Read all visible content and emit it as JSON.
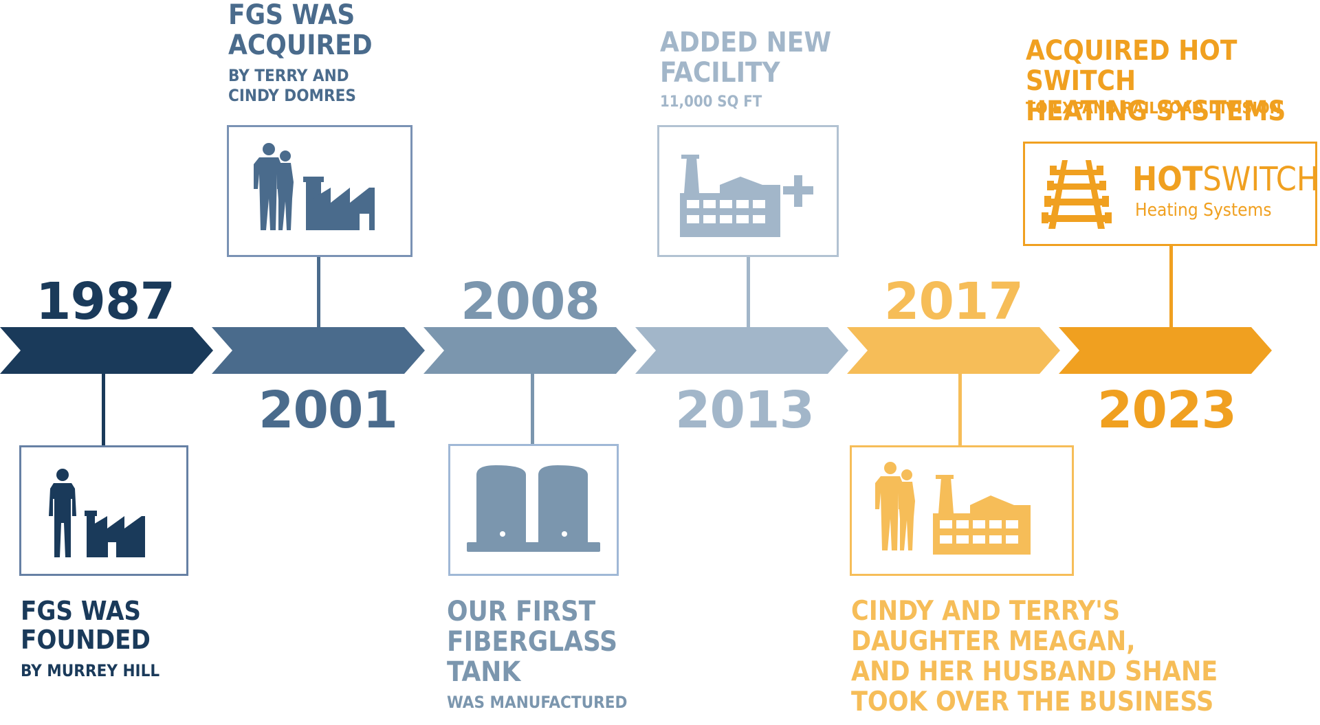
{
  "colors": {
    "c1987": "#1a3a5a",
    "c2001": "#4a6b8c",
    "c2008": "#7b96ae",
    "c2013": "#a2b6c9",
    "c2017": "#f6bd58",
    "c2023": "#f0a020",
    "box1987": "#6680a4",
    "box2001": "#7a92b4",
    "box2008": "#a0b8d6",
    "box2013": "#b2c2d2"
  },
  "timeline": [
    {
      "year": "1987",
      "title": "FGS WAS\nFOUNDED",
      "subtitle": "BY MURREY HILL",
      "icon": "man-and-factory-icon"
    },
    {
      "year": "2001",
      "title": "FGS WAS\nACQUIRED",
      "subtitle": "BY TERRY AND\nCINDY DOMRES",
      "icon": "couple-and-factory-icon"
    },
    {
      "year": "2008",
      "title": "OUR FIRST\nFIBERGLASS\nTANK",
      "subtitle": "WAS MANUFACTURED",
      "icon": "tanks-icon"
    },
    {
      "year": "2013",
      "title": "ADDED NEW\nFACILITY",
      "subtitle": "11,000 SQ FT",
      "icon": "factory-plus-icon"
    },
    {
      "year": "2017",
      "title": "CINDY AND TERRY'S\nDAUGHTER MEAGAN,\nAND HER HUSBAND SHANE\nTOOK OVER THE BUSINESS",
      "subtitle": "",
      "icon": "couple-and-facility-icon"
    },
    {
      "year": "2023",
      "title": "ACQUIRED HOT SWITCH\nHEATING SYSTEMS",
      "subtitle": "TO EXPAND RAILROAD DIVISION",
      "icon": "railroad-track-icon"
    }
  ],
  "hotswitch_logo": {
    "word1": "HOT",
    "word2": "SWITCH",
    "tagline": "Heating Systems"
  }
}
